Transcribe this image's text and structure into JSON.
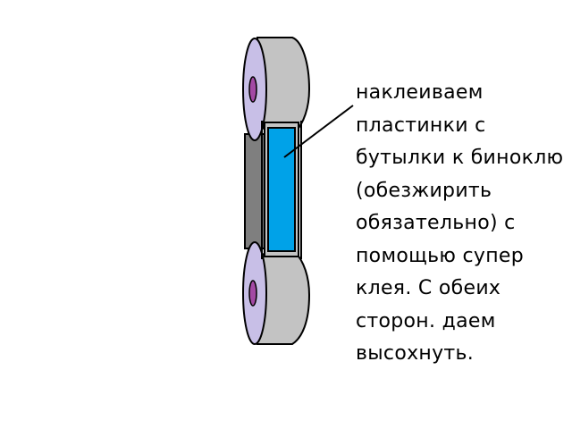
{
  "caption": {
    "lines": [
      "наклеиваем",
      "пластинки с",
      "бутылки к биноклю",
      "(обезжирить",
      "обязательно) с",
      "помощью супер",
      "клея. С обеих",
      "сторон. даем",
      "высохнуть."
    ]
  },
  "colors": {
    "background": "#ffffff",
    "barrel_body": "#c3c3c3",
    "barrel_end": "#c8bfe7",
    "eyepiece_hole": "#a349a4",
    "bridge": "#7f7f7f",
    "plate": "#00a2e8",
    "outline": "#000000"
  },
  "icons": {
    "binocular": "binocular-drawing-icon",
    "plate": "plastic-plate-icon",
    "pointer": "pointer-line-icon"
  }
}
